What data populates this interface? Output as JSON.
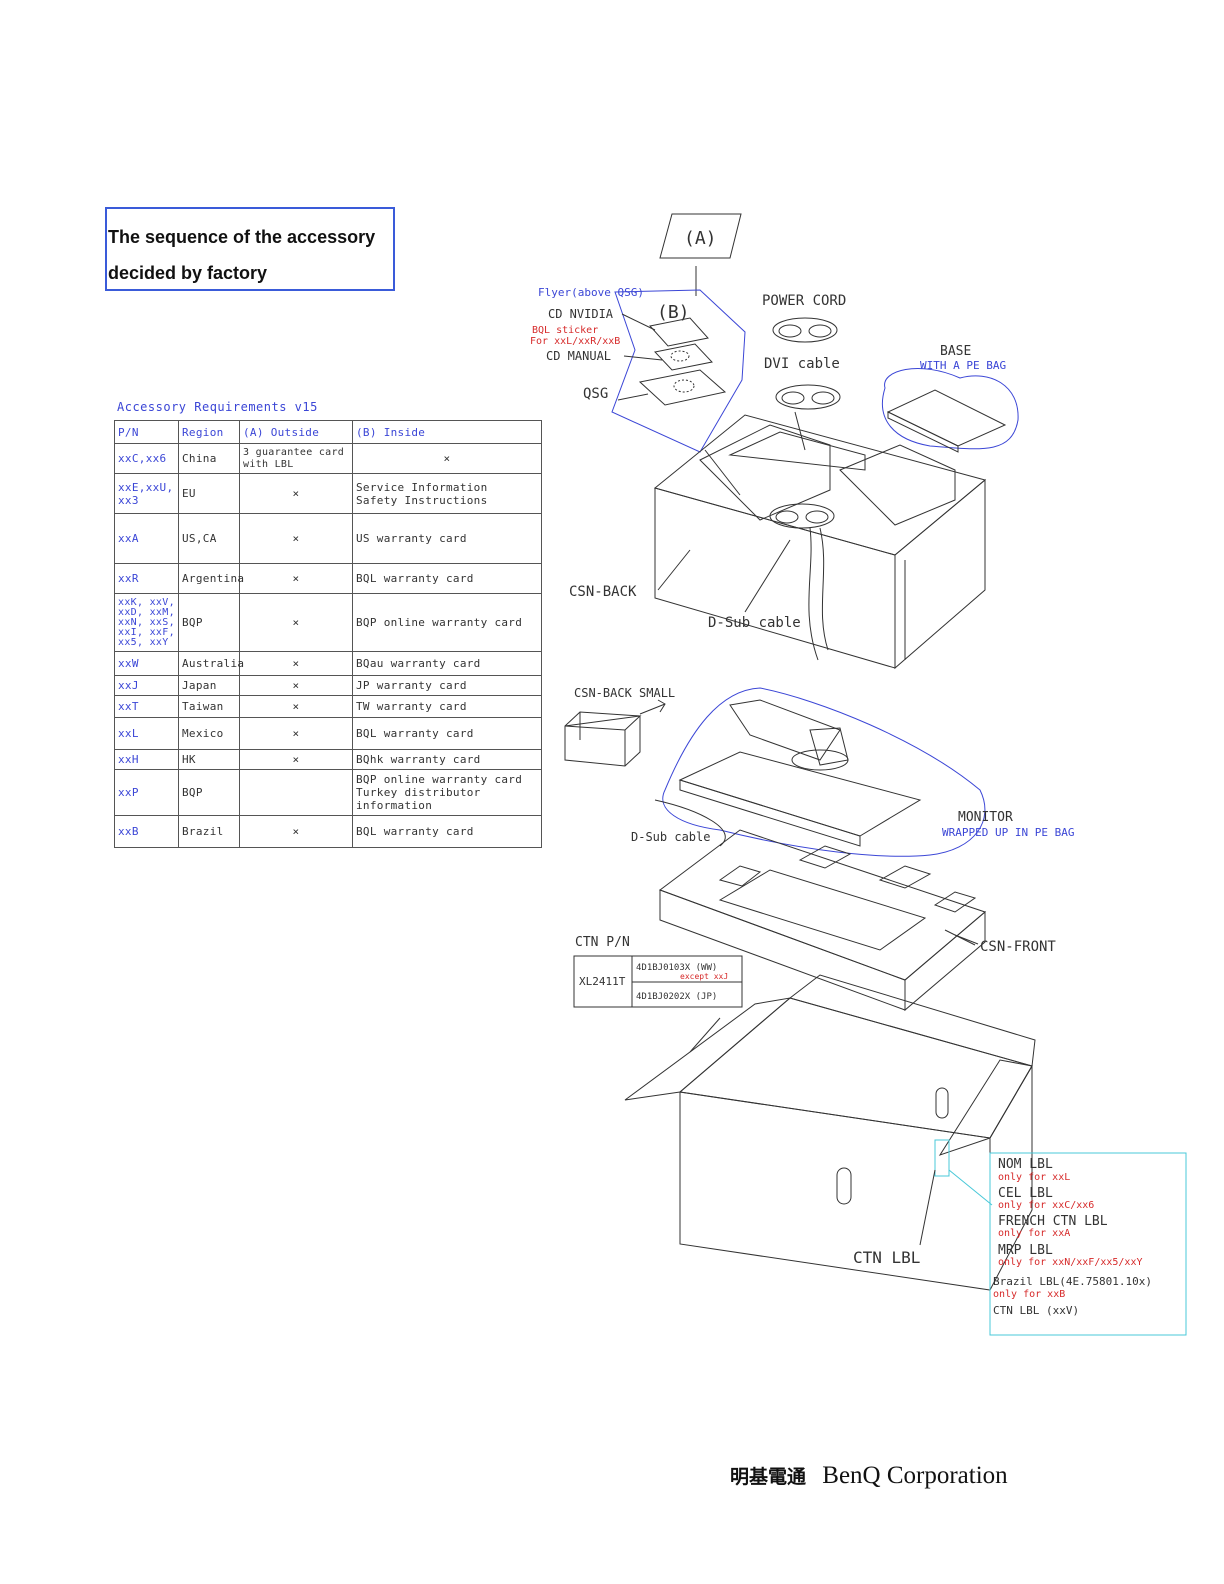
{
  "note": {
    "line1": "The sequence of the accessory",
    "line2": "decided by factory"
  },
  "requirements": {
    "title": "Accessory Requirements v15",
    "headers": [
      "P/N",
      "Region",
      "(A) Outside",
      "(B) Inside"
    ],
    "rows": [
      {
        "pn": "xxC,xx6",
        "region": "China",
        "outside": "3 guarantee card\nwith LBL",
        "inside": "×"
      },
      {
        "pn": "xxE,xxU,\nxx3",
        "region": "EU",
        "outside": "×",
        "inside": "Service Information\nSafety Instructions"
      },
      {
        "pn": "xxA",
        "region": "US,CA",
        "outside": "×",
        "inside": "US warranty card"
      },
      {
        "pn": "xxR",
        "region": "Argentina",
        "outside": "×",
        "inside": "BQL warranty card"
      },
      {
        "pn": "xxK, xxV,\nxxD, xxM,\nxxN, xxS,\nxxI, xxF,\nxx5, xxY",
        "region": "BQP",
        "outside": "×",
        "inside": "BQP online warranty card"
      },
      {
        "pn": "xxW",
        "region": "Australia",
        "outside": "×",
        "inside": "BQau warranty card"
      },
      {
        "pn": "xxJ",
        "region": "Japan",
        "outside": "×",
        "inside": "JP warranty card"
      },
      {
        "pn": "xxT",
        "region": "Taiwan",
        "outside": "×",
        "inside": "TW warranty card"
      },
      {
        "pn": "xxL",
        "region": "Mexico",
        "outside": "×",
        "inside": "BQL warranty card"
      },
      {
        "pn": "xxH",
        "region": "HK",
        "outside": "×",
        "inside": "BQhk warranty card"
      },
      {
        "pn": "xxP",
        "region": "BQP",
        "outside": "",
        "inside": "BQP online warranty card\nTurkey distributor information"
      },
      {
        "pn": "xxB",
        "region": "Brazil",
        "outside": "×",
        "inside": "BQL warranty card"
      }
    ]
  },
  "diagram": {
    "label_a": "(A)",
    "label_b": "(B)",
    "flyer": "Flyer(above QSG)",
    "cd_nvidia": "CD NVIDIA",
    "bql_sticker_1": "BQL sticker",
    "bql_sticker_2": "For xxL/xxR/xxB",
    "cd_manual": "CD MANUAL",
    "qsg": "QSG",
    "power_cord": "POWER CORD",
    "dvi_cable": "DVI cable",
    "base": "BASE",
    "base_note": "WITH A PE BAG",
    "csn_back": "CSN-BACK",
    "dsub_cable": "D-Sub cable",
    "csn_back_small": "CSN-BACK SMALL",
    "monitor": "MONITOR",
    "monitor_note": "WRAPPED UP IN PE BAG",
    "dsub_cable_2": "D-Sub cable",
    "csn_front": "CSN-FRONT",
    "ctn_pn": "CTN P/N",
    "model": "XL2411T",
    "pn_ww": "4D1BJ0103X (WW)",
    "pn_except": "except xxJ",
    "pn_jp": "4D1BJ0202X (JP)",
    "ctn_lbl": "CTN LBL",
    "labels": [
      {
        "name": "NOM LBL",
        "note": "only for xxL"
      },
      {
        "name": "CEL LBL",
        "note": "only for xxC/xx6"
      },
      {
        "name": "FRENCH CTN LBL",
        "note": "only for xxA"
      },
      {
        "name": "MRP LBL",
        "note": "only for xxN/xxF/xx5/xxY"
      }
    ],
    "brazil_lbl": "Brazil LBL(4E.75801.10x)",
    "brazil_note": "only for xxB",
    "ctn_lbl_v": "CTN LBL (xxV)",
    "colors": {
      "accent": "#3b46d6",
      "red": "#d62a2a",
      "cyan": "#48c8d8"
    }
  },
  "footer": {
    "chinese": "明基電通",
    "english": "BenQ Corporation"
  }
}
